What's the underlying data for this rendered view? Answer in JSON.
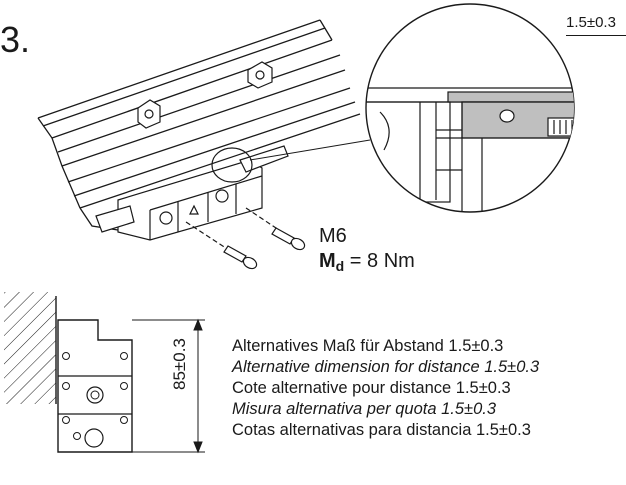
{
  "step_label": "3.",
  "dim_top": "1.5±0.3",
  "screw": {
    "size": "M6",
    "torque_symbol": "M",
    "torque_subscript": "d",
    "torque_value": " = 8 Nm"
  },
  "dim_vertical": "85±0.3",
  "notes": [
    "Alternatives Maß für Abstand 1.5±0.3",
    "Alternative dimension for distance 1.5±0.3",
    "Cote alternative pour distance 1.5±0.3",
    "Misura alternativa  per quota 1.5±0.3",
    "Cotas alternativas para distancia 1.5±0.3"
  ],
  "colors": {
    "line": "#1a1a1a",
    "shade": "#bfbfbf"
  }
}
